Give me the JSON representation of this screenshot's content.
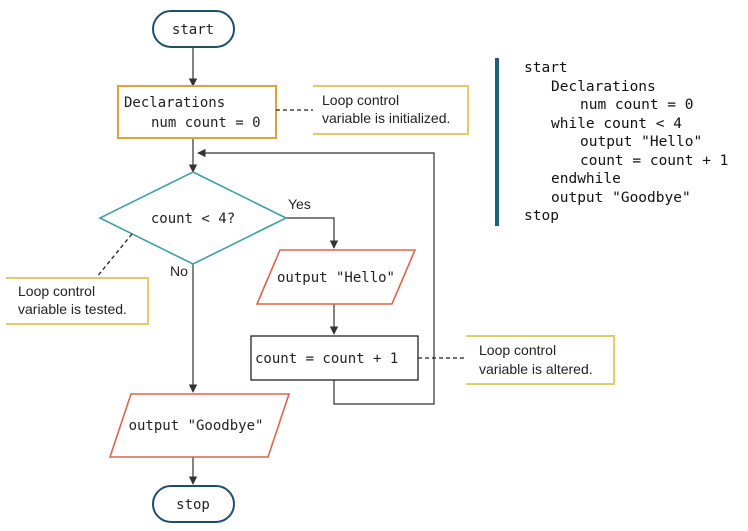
{
  "flowchart": {
    "start_label": "start",
    "declarations_label": "Declarations",
    "declaration_var": "num count = 0",
    "decision_label": "count < 4?",
    "yes_label": "Yes",
    "no_label": "No",
    "output_hello": "output \"Hello\"",
    "increment": "count = count + 1",
    "output_goodbye": "output \"Goodbye\"",
    "stop_label": "stop"
  },
  "annotations": {
    "initialized": [
      "Loop control",
      "variable is initialized."
    ],
    "tested": [
      "Loop control",
      "variable is tested."
    ],
    "altered": [
      "Loop control",
      "variable is altered."
    ]
  },
  "pseudocode": {
    "lines": [
      "start",
      "Declarations",
      "num count = 0",
      "while count < 4",
      "output \"Hello\"",
      "count = count + 1",
      "endwhile",
      "output \"Goodbye\"",
      "stop"
    ]
  },
  "colors": {
    "terminal_stroke": "#1f4e6b",
    "process_stroke": "#d9a43a",
    "decision_stroke": "#3fa0a5",
    "io_stroke": "#d9664f",
    "callout_border": "#e0cc6a",
    "code_bar": "#1f5f7a"
  }
}
